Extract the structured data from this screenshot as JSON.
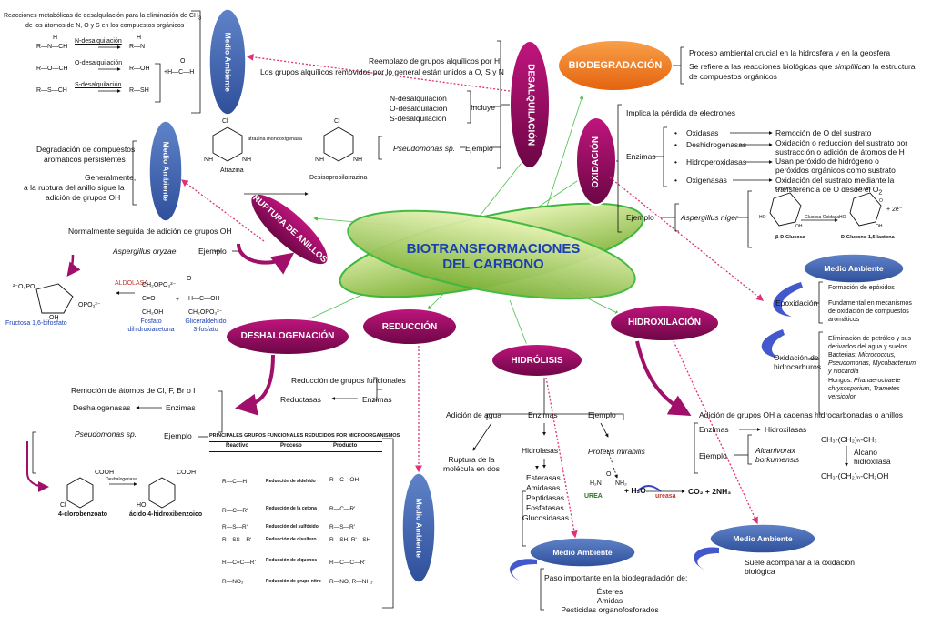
{
  "central": "BIOTRANSFORMACIONES DEL CARBONO",
  "nodes": {
    "biodegradacion": "BIODEGRADACIÓN",
    "desalquilacion": "DESALQUILACIÓN",
    "oxidacion": "OXIDACIÓN",
    "ruptura": "RUPTURA DE ANILLOS",
    "deshalogenacion": "DESHALOGENACIÓN",
    "reduccion": "REDUCCIÓN",
    "hidrolisis": "HIDRÓLISIS",
    "hidroxilacion": "HIDROXILACIÓN"
  },
  "medio_ambiente": "Medio Ambiente",
  "biodeg": {
    "l1": "Proceso ambiental crucial en la hidrosfera y en la geosfera",
    "l2a": "Se refiere a las reacciones biológicas que ",
    "l2b": "simplifican",
    "l2c": " la estructura",
    "l3": "de compuestos orgánicos"
  },
  "desalq": {
    "title1": "Reacciones metabólicas de desalquilación para la eliminación de CH",
    "title_sub": "3",
    "title2": "de los átomos de   N, O y S en los compuestos orgánicos",
    "r1_label": "N-desalquilación",
    "r2_label": "O-desalquilación",
    "r3_label": "S-desalquilación",
    "r1_reactant": "R—N—CH",
    "r1_product": "R—N",
    "r2_reactant": "R—O—CH",
    "r2_product": "R—OH",
    "r3_reactant": "R—S—CH",
    "r3_product": "R—SH",
    "formaldehyde": "+H—C—H",
    "h_atom": "H",
    "o_atom": "O",
    "reemplazo": "Reemplazo de grupos alquílicos por H",
    "grupos": "Los grupos alquílicos removidos por lo general están unidos a O, S y N",
    "n": "N-desalquilación",
    "o": "O-desalquilación",
    "s": "S-desalquilación",
    "incluye": "Incluye",
    "ejemplo_org": "Pseudomonas sp.",
    "ejemplo": "Ejemplo",
    "atrazina": "Atrazina",
    "desiso": "Desisopropilatrazina",
    "cl": "Cl",
    "n_atom": "N",
    "nh": "NH",
    "nh2": "NH",
    "enzima": "atrazina monooxigenasa"
  },
  "ruptura": {
    "l1": "Degradación de compuestos",
    "l2": "aromáticos persistentes",
    "l3": "Generalmente,",
    "l4": "a la ruptura del anillo sigue la",
    "l5": "adición de grupos OH",
    "seguida": "Normalmente seguida de adición de grupos OH",
    "org": "Aspergillus oryzae",
    "ejemplo": "Ejemplo",
    "aldolasa": "ALDOLASA",
    "fructosa": "Fructosa 1,6-bifosfato",
    "fosfato1": "Fosfato",
    "fosfato2": "dihidroxiacetona",
    "glic1": "Gliceraldehído",
    "glic2": "3-fosfato",
    "po3": "²⁻O₃PO",
    "opo3": "OPO₃²⁻",
    "ch2opo3": "CH₂OPO₃²⁻",
    "c_o": "C=O",
    "ch2oh": "CH₂OH",
    "cho": "H—C—OH",
    "oh": "OH",
    "o_atom": "O",
    "h_atom": "H",
    "plus": "+"
  },
  "oxid": {
    "implica": "Implica la pérdida de electrones",
    "enzimas": "Enzimas",
    "ejemplo": "Ejemplo",
    "e1": "Oxidasas",
    "e2": "Deshidrogenasas",
    "e3": "Hidroperoxidasas",
    "e4": "Oxigenasas",
    "d1": "Remoción de O del sustrato",
    "d2a": "Oxidación o reducción del sustrato por",
    "d2b": "sustracción o adición de átomos de H",
    "d3a": "Usan peróxido de hidrógeno o",
    "d3b": "peróxidos orgánicos como sustrato",
    "d4a": "Oxidación del sustrato mediante la",
    "d4b": "transferencia de O desde el O",
    "d4sub": "2",
    "org": "Aspergillus niger",
    "glucosa": "β-D-Glucosa",
    "gox": "Glucosa Oxidasa",
    "lactona": "D-Glucono-1,5-lactona",
    "e2m": "+ 2e⁻",
    "o_atom": "O",
    "oh": "OH",
    "ho": "HO",
    "ch2oh": "CH₂OH",
    "bullet": "•"
  },
  "hidrox": {
    "epox": "Epoxidación",
    "ep1": "Formación de epóxidos",
    "ep2": "Fundamental en mecanismos",
    "ep3": "de oxidación de compuestos",
    "ep4": "aromáticos",
    "oxh1": "Oxidación de",
    "oxh2": "hidrocarburos",
    "h1": "Eliminación de petróleo y sus",
    "h2": "derivados del agua y suelos",
    "h3a": "Bacterias: ",
    "h3b": "Micrococcus,",
    "h4": "Pseudomonas, Mycobacterium",
    "h5": "y Nocardia",
    "h6a": "Hongos: ",
    "h6b": "Phanaerochaete",
    "h7": "chrysosporium, Trametes",
    "h8": "versicolor",
    "adicion": "Adición de grupos OH a cadenas hidrocarbonadas o anillos",
    "enzimas": "Enzimas",
    "hidroxilasas": "Hidroxilasas",
    "ejemplo": "Ejemplo",
    "org1": "Alcanivorax",
    "org2": "borkumensis",
    "f1": "CH₃-(CH₂)ₙ-CH₃",
    "f2": "CH₃-(CH₂)ₙ-CH₂OH",
    "alc1": "Alcano",
    "alc2": "hidroxilasa",
    "suele1": "Suele acompañar a la oxidación",
    "suele2": "biológica"
  },
  "deshal": {
    "remocion": "Remoción de átomos de Cl, F, Br o I",
    "deshalogenasas": "Deshalogenasas",
    "enzimas": "Enzimas",
    "org": "Pseudomonas sp.",
    "ejemplo": "Ejemplo",
    "clb": "4-clorobenzoato",
    "hb": "ácido 4-hidroxibenzoico",
    "enz": "Deshalogenasa",
    "cooh": "COOH",
    "cl": "Cl",
    "ho": "HO"
  },
  "reduc": {
    "l1": "Reducción de grupos funcionales",
    "reductasas": "Reductasas",
    "enzimas": "Enzimas",
    "table_title": "PRINCIPALES GRUPOS FUNCIONALES REDUCIDOS POR MICROORGANISMOS",
    "headers": [
      "Reactivo",
      "Proceso",
      "Producto"
    ],
    "rows": [
      {
        "reactivo": "R—C—H",
        "proceso": "Reducción de aldehído",
        "producto": "R—C—OH"
      },
      {
        "reactivo": "R—C—R'",
        "proceso": "Reducción de la cetona",
        "producto": "R—C—R'"
      },
      {
        "reactivo": "R—S—R'",
        "proceso": "Reducción del sulfóxido",
        "producto": "R—S—R'"
      },
      {
        "reactivo": "R—SS—R'",
        "proceso": "Reducción de disulfuro",
        "producto": "R—SH, R'—SH"
      },
      {
        "reactivo": "R—C=C—R'",
        "proceso": "Reducción de alquenos",
        "producto": "R—C—C—R'"
      },
      {
        "reactivo": "R—NO₂",
        "proceso": "Reducción de grupo nitro",
        "producto": "R—NO, R—NH₂"
      }
    ]
  },
  "hidrol": {
    "agua": "Adición de agua",
    "ruptura1": "Ruptura de la",
    "ruptura2": "molécula en dos",
    "enzimas": "Enzimas",
    "hidrolasas": "Hidrolasas",
    "list": [
      "Esterasas",
      "Amidasas",
      "Peptidasas",
      "Fosfatasas",
      "Glucosidasas"
    ],
    "ejemplo": "Ejemplo",
    "org": "Proteus mirabilis",
    "urea": "UREA",
    "ureasa": "ureasa",
    "eq": "+ H₂O",
    "prod": "CO₂ + 2NH₃",
    "h2n": "H₂N",
    "nh2": "NH₂",
    "o_atom": "O",
    "paso": "Paso importante en la biodegradación de:",
    "p1": "Ésteres",
    "p2": "Amidas",
    "p3": "Pesticidas organofosforados"
  }
}
